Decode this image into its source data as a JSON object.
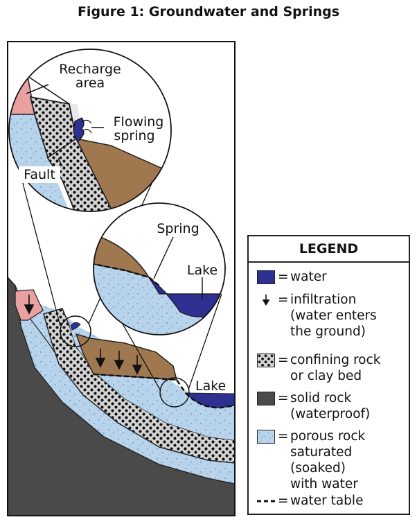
{
  "figure": {
    "title": "Figure 1: Groundwater and Springs"
  },
  "labels": {
    "recharge_area": [
      "Recharge",
      "area"
    ],
    "flowing_spring": [
      "Flowing",
      "spring"
    ],
    "fault": "Fault",
    "spring": "Spring",
    "lake_inset": "Lake",
    "lake_main": "Lake"
  },
  "legend": {
    "title": "LEGEND",
    "items": [
      {
        "key": "water",
        "text": "water"
      },
      {
        "key": "infiltration",
        "text": "infiltration\n(water enters\nthe ground)"
      },
      {
        "key": "confining",
        "text": "confining rock\nor clay bed"
      },
      {
        "key": "solid",
        "text": "solid rock\n(waterproof)"
      },
      {
        "key": "porous",
        "text": "porous rock\nsaturated\n(soaked)\nwith water"
      },
      {
        "key": "water_table",
        "text": "water table"
      }
    ],
    "equals": "="
  },
  "colors": {
    "water": "#2e3192",
    "porous_rock": "#b8d4ec",
    "solid_rock": "#4a4a4a",
    "clay_soil": "#a07850",
    "recharge": "#e8a0a0",
    "confining_rock": "#d0d0d0",
    "outline": "#222222"
  }
}
